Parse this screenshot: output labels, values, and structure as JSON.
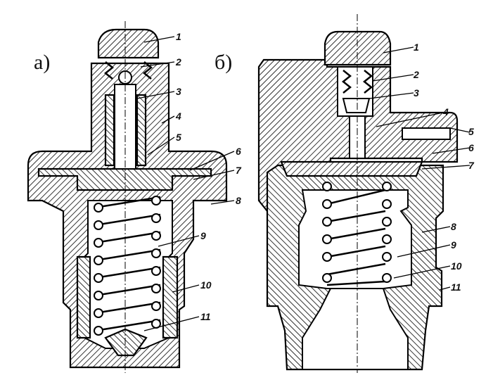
{
  "figure_a": {
    "caption": "а)",
    "labels": [
      "1",
      "2",
      "3",
      "4",
      "5",
      "6",
      "7",
      "8",
      "9",
      "10",
      "11"
    ]
  },
  "figure_b": {
    "caption": "б)",
    "labels": [
      "1",
      "2",
      "3",
      "4",
      "5",
      "6",
      "7",
      "8",
      "9",
      "10",
      "11"
    ]
  }
}
